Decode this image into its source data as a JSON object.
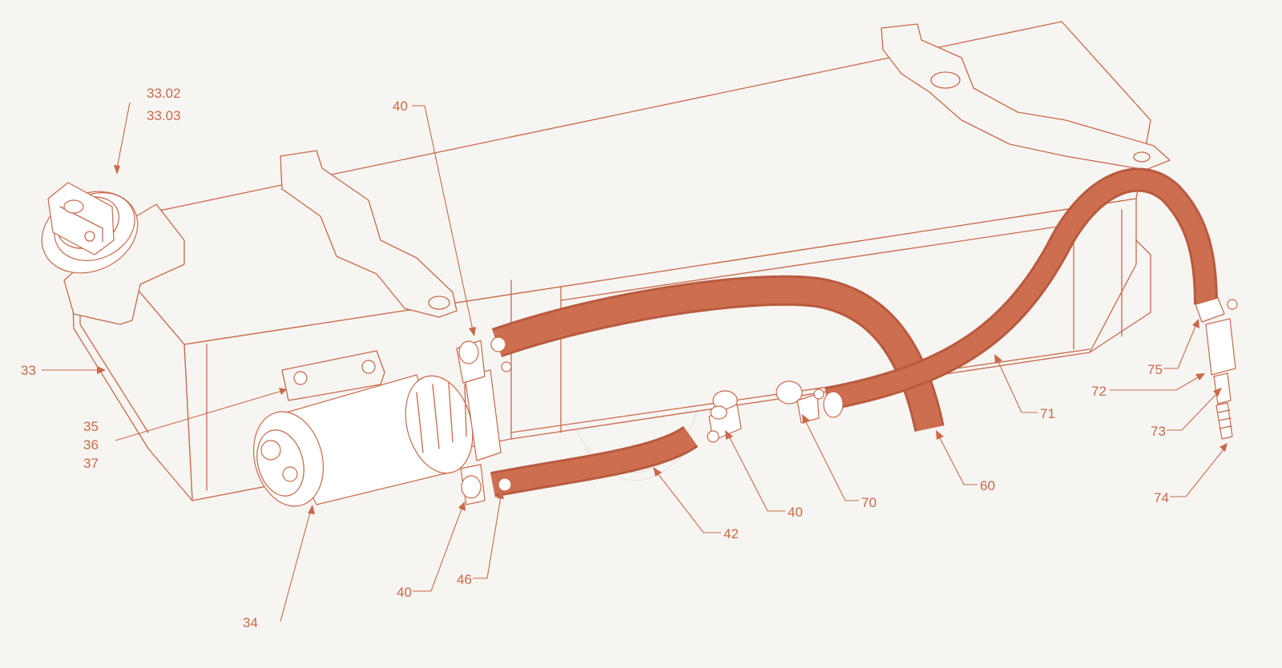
{
  "diagram": {
    "callouts": {
      "c3302": "33.02",
      "c3303": "33.03",
      "c33": "33",
      "c35": "35",
      "c36": "36",
      "c37": "37",
      "c34": "34",
      "c40_top": "40",
      "c40_bottom": "40",
      "c40_mid": "40",
      "c46": "46",
      "c42": "42",
      "c70": "70",
      "c60": "60",
      "c71": "71",
      "c75": "75",
      "c72": "72",
      "c73": "73",
      "c74": "74"
    },
    "colors": {
      "line": "#c8694a",
      "hose": "#cd6e4f",
      "background": "#f7f5f2"
    }
  }
}
